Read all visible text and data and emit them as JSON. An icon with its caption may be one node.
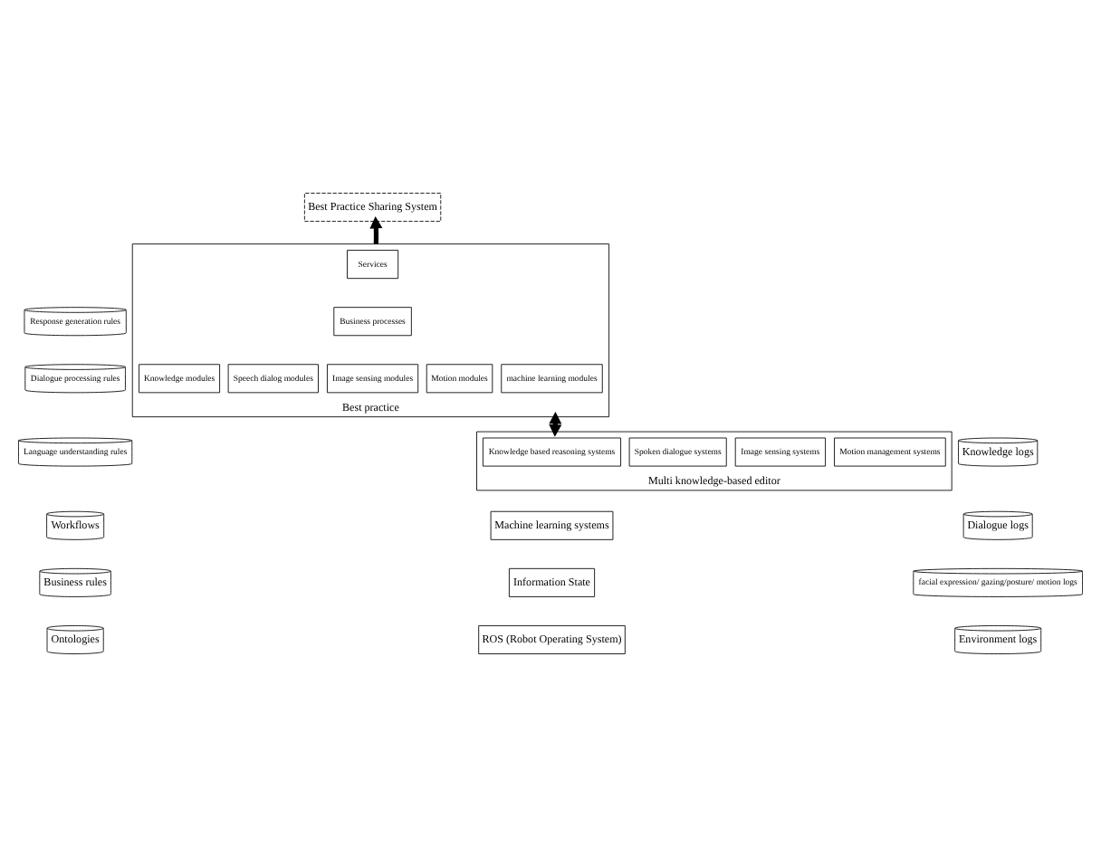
{
  "diagram": {
    "nodes": [
      {
        "text": [
          "Best Practice Sharing System"
        ]
      },
      {
        "text": [
          "Best practice"
        ]
      },
      {
        "text": [
          "Services"
        ],
        "in": 1
      },
      {
        "text": [
          "Business processes"
        ],
        "in": 1
      },
      {
        "text": [
          "Knowledge modules"
        ],
        "in": 1
      },
      {
        "text": [
          "Speech dialog modules"
        ],
        "in": 1
      },
      {
        "text": [
          "Image sensing modules"
        ],
        "in": 1
      },
      {
        "text": [
          "Motion modules"
        ],
        "in": 1
      },
      {
        "text": [
          "machine learning modules"
        ],
        "in": 1
      },
      {
        "text": [
          "Multi knowledge-based editor"
        ]
      },
      {
        "text": [
          "Knowledge based reasoning systems"
        ],
        "in": 9
      },
      {
        "text": [
          "Spoken dialogue systems"
        ],
        "in": 9
      },
      {
        "text": [
          "Image sensing systems"
        ],
        "in": 9
      },
      {
        "text": [
          "Motion management systems"
        ],
        "in": 9
      },
      {
        "text": [
          "Machine learning systems"
        ]
      },
      {
        "text": [
          "Information State"
        ]
      },
      {
        "text": [
          "ROS (Robot Operating System)"
        ]
      },
      {
        "text": [
          "Response generation rules"
        ]
      },
      {
        "text": [
          "Dialogue processing rules"
        ]
      },
      {
        "text": [
          "Language understanding rules"
        ]
      },
      {
        "text": [
          "Workflows"
        ]
      },
      {
        "text": [
          "Business rules"
        ]
      },
      {
        "text": [
          "Ontologies"
        ]
      },
      {
        "text": [
          "Knowledge logs"
        ]
      },
      {
        "text": [
          "Dialogue logs"
        ]
      },
      {
        "text": [
          "facial expression/ gazing/posture/ motion logs"
        ]
      },
      {
        "text": [
          "Environment logs"
        ]
      }
    ],
    "edges": [
      {
        "from": 1,
        "to": 0,
        "arrow": "to"
      },
      {
        "from": 9,
        "to": 1,
        "arrow": "both"
      }
    ]
  }
}
